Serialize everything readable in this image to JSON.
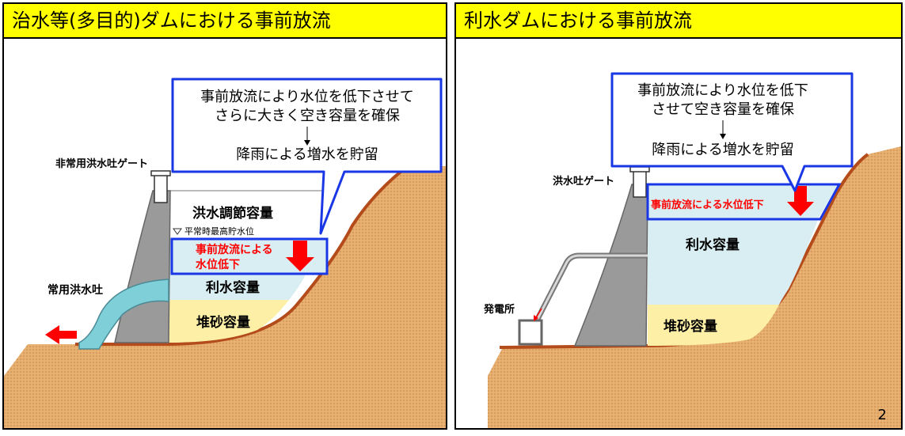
{
  "colors": {
    "title_bg": "#ffff00",
    "ground": "#e6ad6d",
    "ground_edge": "#b44b1a",
    "dam": "#9a9a9a",
    "flood_capacity": "#ffffff",
    "water_use": "#d9eef2",
    "sediment": "#fdf0a6",
    "highlight_blue": "#1a37e6",
    "red": "#ff0000",
    "outflow": "#7fcfd9"
  },
  "left": {
    "title": "治水等(多目的)ダムにおける事前放流",
    "callout_line1": "事前放流により水位を低下させて",
    "callout_line2": "さらに大きく空き容量を確保",
    "callout_line3": "降雨による増水を貯留",
    "label_emergency_gate": "非常用洪水吐ゲート",
    "label_regular_spillway": "常用洪水吐",
    "label_flood_capacity": "洪水調節容量",
    "label_normal_level": "平常時最高貯水位",
    "label_drawdown_1": "事前放流による",
    "label_drawdown_2": "水位低下",
    "label_water_use": "利水容量",
    "label_sediment": "堆砂容量"
  },
  "right": {
    "title": "利水ダムにおける事前放流",
    "callout_line1": "事前放流により水位を低下",
    "callout_line2": "させて空き容量を確保",
    "callout_line3": "降雨による増水を貯留",
    "label_spillway_gate": "洪水吐ゲート",
    "label_drawdown": "事前放流による水位低下",
    "label_water_use": "利水容量",
    "label_power_station": "発電所",
    "label_sediment": "堆砂容量"
  },
  "page_number": "2"
}
